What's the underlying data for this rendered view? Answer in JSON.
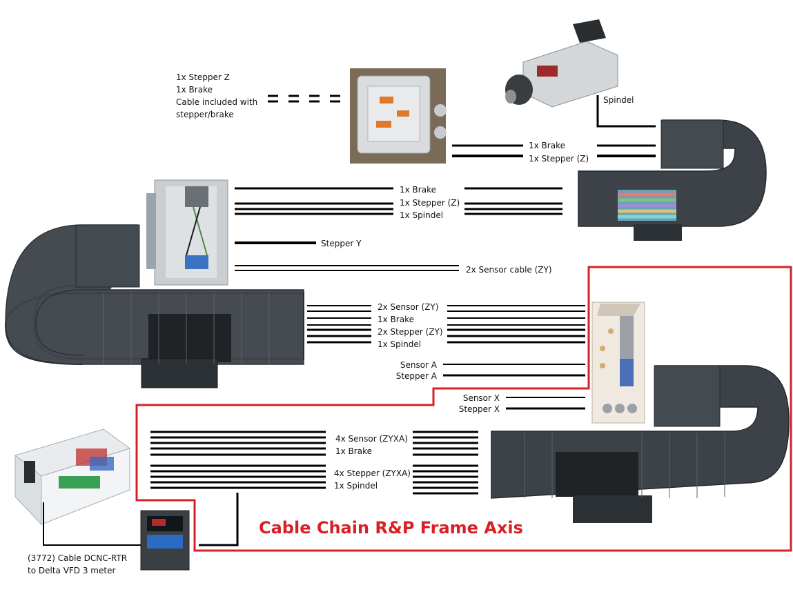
{
  "title": "Cable Chain R&P Frame Axis",
  "colors": {
    "accent_red": "#d81f26",
    "chain": "#3c4248",
    "line": "#000000"
  },
  "labels": {
    "z_group": [
      "1x Stepper Z",
      "1x Brake",
      "Cable included with",
      "stepper/brake"
    ],
    "spindel": "Spindel",
    "junction_top": [
      "1x Brake",
      "1x Stepper (Z)"
    ],
    "y_upper": [
      "1x Brake",
      "1x Stepper (Z)",
      "1x Spindel"
    ],
    "stepper_y": "Stepper Y",
    "sensor_cable": "2x Sensor cable (ZY)",
    "y_lower": [
      "2x Sensor (ZY)",
      "1x Brake",
      "2x Stepper (ZY)",
      "1x Spindel"
    ],
    "a_axis": [
      "Sensor A",
      "Stepper A"
    ],
    "x_axis": [
      "Sensor X",
      "Stepper X"
    ],
    "main_group": [
      "4x Sensor (ZYXA)",
      "1x Brake",
      "4x Stepper (ZYXA)",
      "1x Spindel"
    ],
    "cable_note": [
      "(3772) Cable DCNC-RTR",
      "to Delta VFD 3 meter"
    ]
  },
  "icons": [
    "junction-box-icon",
    "spindle-motor-icon",
    "electrical-cabinet-icon",
    "controller-box-icon",
    "vfd-drive-icon",
    "cable-chain-icon"
  ]
}
